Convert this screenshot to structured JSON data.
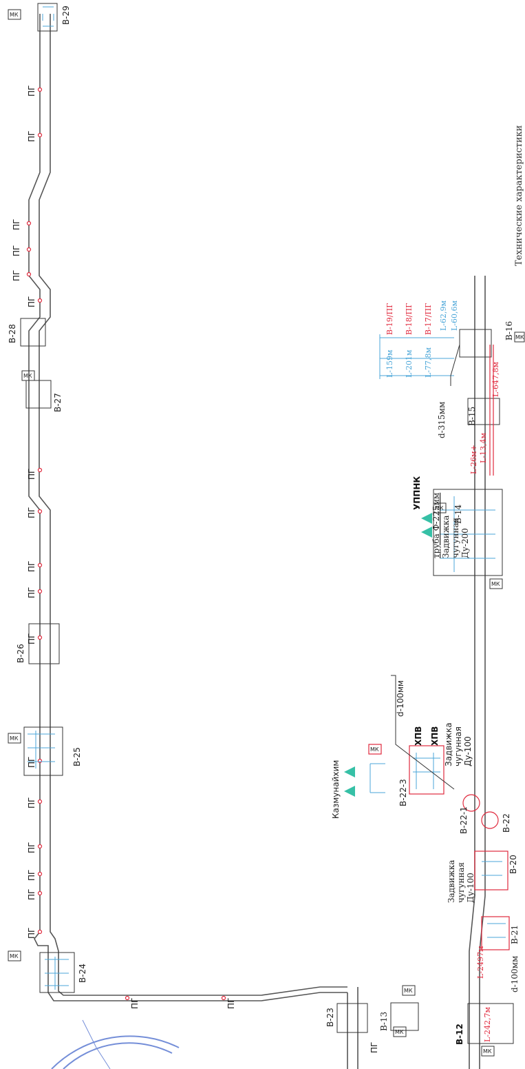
{
  "pg_label": "ПГ",
  "mk_label": "МК",
  "vertical_title": "Технические характеристики",
  "wells": {
    "b29": "В-29",
    "b28": "В-28",
    "b27": "В-27",
    "b26": "В-26",
    "b25": "В-25",
    "b24": "В-24",
    "b23": "В-23",
    "b22": "В-22",
    "b22_1": "В-22-1",
    "b22_3": "В-22-3",
    "b21": "В-21",
    "b20": "В-20",
    "b16": "В-16",
    "b15": "В-15",
    "b14": "В-14",
    "b13": "В-13",
    "b12": "В-12"
  },
  "labels": {
    "kazmunaikhim": "Казмунайхим",
    "khv1": "ХПВ",
    "khv2": "ХПВ",
    "d100_top": "d-100мм",
    "valve_top_1": "Задвижка",
    "valve_top_2": "чугунная",
    "valve_top_3": "Ду-100",
    "valve_left_1": "Задвижка",
    "valve_left_2": "чугунная",
    "valve_left_3": "Ду-100",
    "d100_left": "d-100мм",
    "utpnk": "УППНК",
    "pipe_spec": "труба Ф-225мм",
    "valve_200_1": "Задвижка",
    "valve_200_2": "чугунная",
    "valve_200_3": "Ду-200",
    "d315": "d-315мм",
    "l2497": "L-2497м",
    "l242": "L-242,7м",
    "l26": "L-26м+",
    "l134": "L-13,4м",
    "l647": "L-647,8м",
    "b19pg": "В-19/ПГ",
    "b18pg": "В-18/ПГ",
    "b17pg": "В-17/ПГ",
    "l159": "L-159м",
    "l201": "L-201м",
    "l778": "L-77,8м",
    "l629": "L-62,9м",
    "l606": "L-60,6м"
  }
}
